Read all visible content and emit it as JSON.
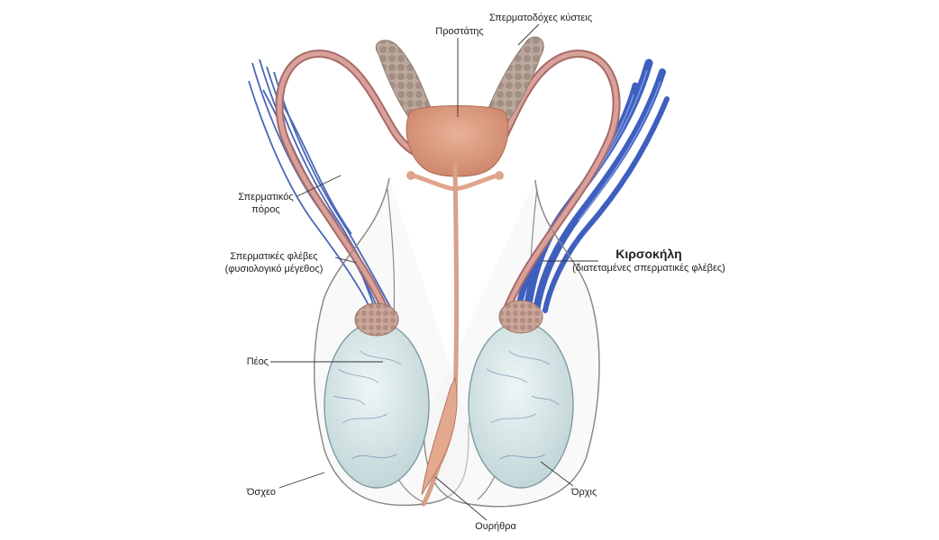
{
  "labels": {
    "prostate": "Προστάτης",
    "seminal_vesicles": "Σπερματοδόχες κύστεις",
    "vas_deferens_line1": "Σπερματικός",
    "vas_deferens_line2": "πόρος",
    "normal_veins_line1": "Σπερματικές φλέβες",
    "normal_veins_line2": "(φυσιολογικό μέγεθος)",
    "varicocele_title": "Κιρσοκήλη",
    "varicocele_sub": "(διατεταμένες σπερματικές φλέβες)",
    "penis": "Πέος",
    "scrotum": "Όσχεο",
    "testis": "Όρχις",
    "urethra": "Ουρήθρα"
  },
  "colors": {
    "vas": "#c98b86",
    "vas_dark": "#a86a66",
    "vein_normal": "#4a67b8",
    "vein_dilated": "#3f5fbf",
    "testis_fill": "#d8e7e8",
    "testis_stroke": "#7e9aa0",
    "prostate": "#d99a7f",
    "vesicle": "#b7a59a",
    "epididymis": "#c79c93",
    "scrotum_stroke": "#8a8a8a",
    "leader": "#333333"
  }
}
